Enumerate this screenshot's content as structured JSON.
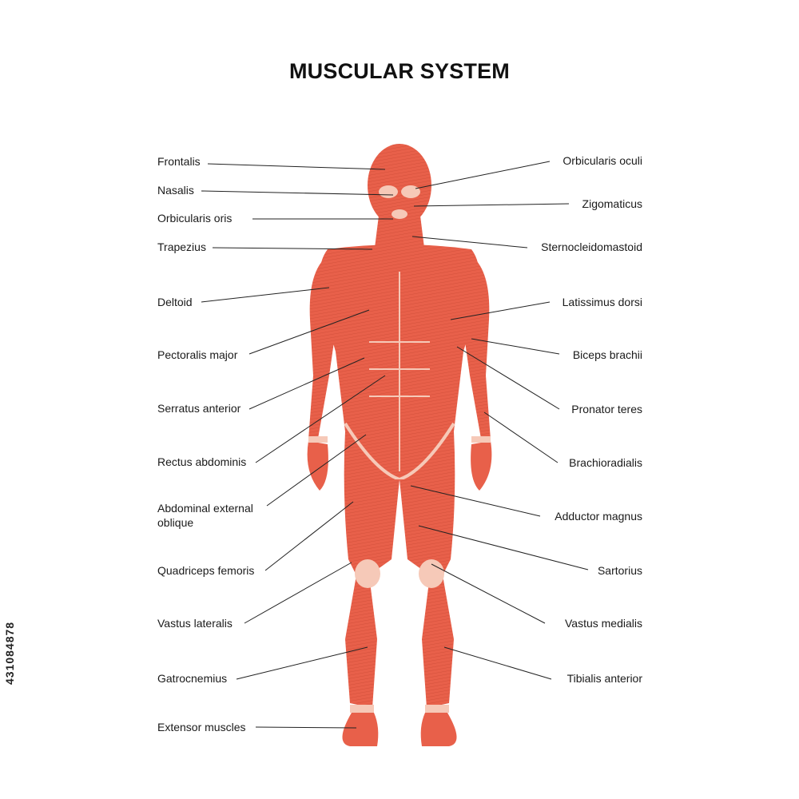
{
  "title": "MUSCULAR SYSTEM",
  "stock_id": "431084878",
  "colors": {
    "muscle": "#e8604a",
    "muscle_dark": "#c9452f",
    "tendon": "#f6c9b8",
    "leader_line": "#222222"
  },
  "labels_left": [
    "Frontalis",
    "Nasalis",
    "Orbicularis oris",
    "Trapezius",
    "Deltoid",
    "Pectoralis major",
    "Serratus anterior",
    "Rectus abdominis",
    "Abdominal external oblique",
    "Quadriceps femoris",
    "Vastus lateralis",
    "Gatrocnemius",
    "Extensor muscles"
  ],
  "labels_right": [
    "Orbicularis oculi",
    "Zigomaticus",
    "Sternocleidomastoid",
    "Latissimus dorsi",
    "Biceps brachii",
    "Pronator teres",
    "Brachioradialis",
    "Adductor magnus",
    "Sartorius",
    "Vastus medialis",
    "Tibialis anterior"
  ]
}
